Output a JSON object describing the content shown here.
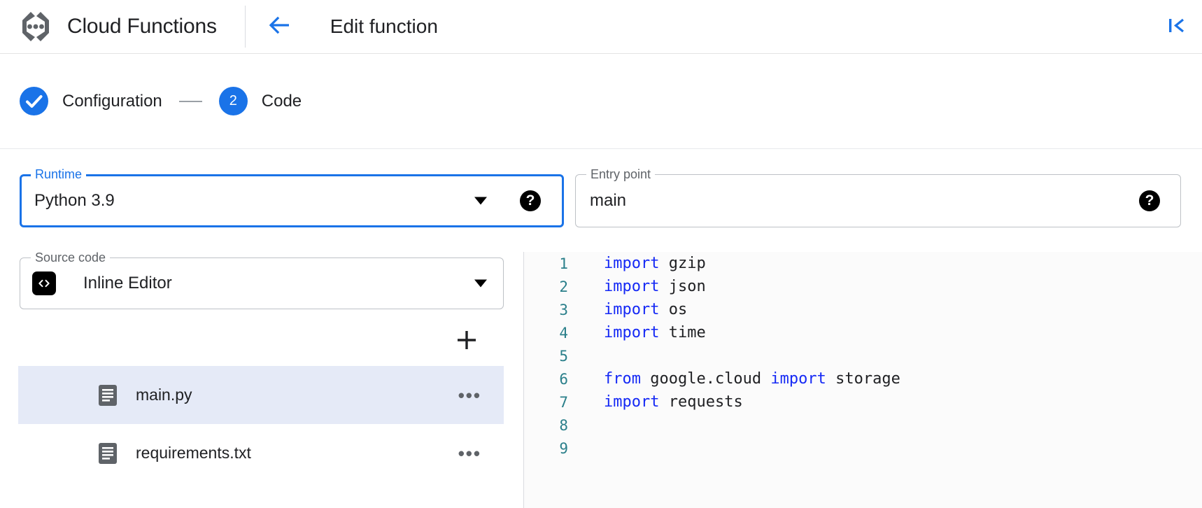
{
  "header": {
    "logo_icon": "cloud-functions-logo",
    "product_title": "Cloud Functions",
    "back_icon": "arrow-left-icon",
    "page_title": "Edit function",
    "collapse_icon": "first-page-icon"
  },
  "stepper": {
    "steps": [
      {
        "marker": "✓",
        "label": "Configuration",
        "state": "completed"
      },
      {
        "marker": "2",
        "label": "Code",
        "state": "active"
      }
    ],
    "connector": "—"
  },
  "fields": {
    "runtime": {
      "legend": "Runtime",
      "value": "Python 3.9",
      "caret_icon": "chevron-down-icon",
      "help_icon": "help-icon",
      "help_glyph": "?",
      "focused": true
    },
    "entry_point": {
      "legend": "Entry point",
      "value": "main",
      "placeholder": "Entry point",
      "help_icon": "help-icon",
      "help_glyph": "?"
    },
    "source_code": {
      "legend": "Source code",
      "value": "Inline Editor",
      "leading_icon": "code-brackets-icon",
      "caret_icon": "chevron-down-icon"
    }
  },
  "file_panel": {
    "add_button_icon": "plus-icon",
    "add_button_label": "+",
    "overflow_label": "•••",
    "files": [
      {
        "name": "main.py",
        "icon": "file-icon",
        "selected": true
      },
      {
        "name": "requirements.txt",
        "icon": "file-icon",
        "selected": false
      }
    ]
  },
  "editor": {
    "lines": [
      {
        "n": "1",
        "tokens": [
          {
            "t": "import",
            "k": true
          },
          {
            "t": " gzip",
            "k": false
          }
        ]
      },
      {
        "n": "2",
        "tokens": [
          {
            "t": "import",
            "k": true
          },
          {
            "t": " json",
            "k": false
          }
        ]
      },
      {
        "n": "3",
        "tokens": [
          {
            "t": "import",
            "k": true
          },
          {
            "t": " os",
            "k": false
          }
        ]
      },
      {
        "n": "4",
        "tokens": [
          {
            "t": "import",
            "k": true
          },
          {
            "t": " time",
            "k": false
          }
        ]
      },
      {
        "n": "5",
        "tokens": []
      },
      {
        "n": "6",
        "tokens": [
          {
            "t": "from",
            "k": true
          },
          {
            "t": " google.cloud ",
            "k": false
          },
          {
            "t": "import",
            "k": true
          },
          {
            "t": " storage",
            "k": false
          }
        ]
      },
      {
        "n": "7",
        "tokens": [
          {
            "t": "import",
            "k": true
          },
          {
            "t": " requests",
            "k": false
          }
        ]
      },
      {
        "n": "8",
        "tokens": []
      },
      {
        "n": "9",
        "tokens": []
      }
    ]
  },
  "colors": {
    "accent_blue": "#1a73e8",
    "keyword_blue": "#1529f5",
    "line_number": "#2a7f8a",
    "selected_row": "#e5eaf7",
    "editor_bg": "#fbfbfb",
    "border_grey": "#bdc1c6"
  }
}
